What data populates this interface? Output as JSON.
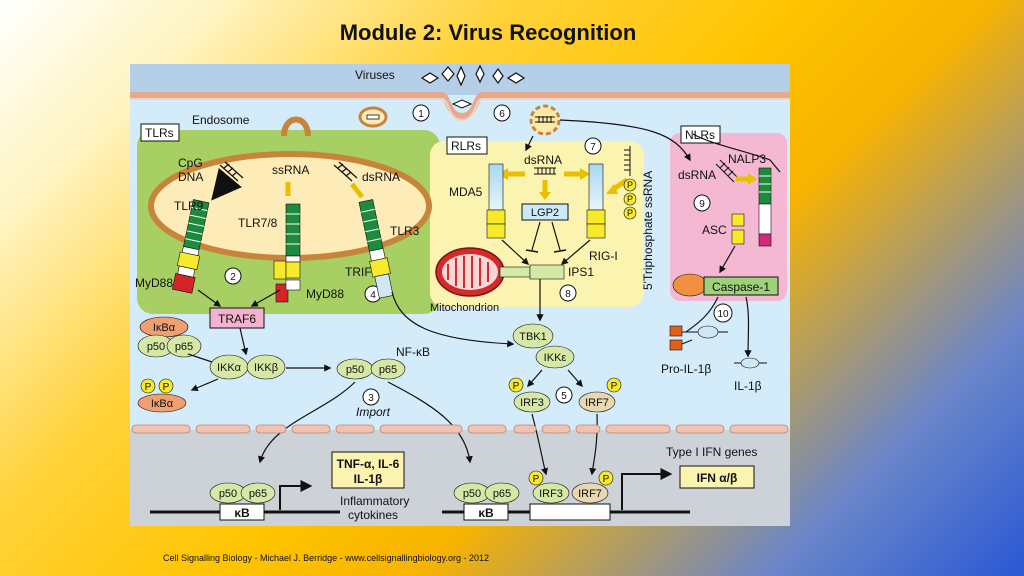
{
  "slide": {
    "title": "Module 2: Virus Recognition",
    "footer": "Cell Signalling Biology - Michael J. Berridge - www.cellsignallingbiology.org - 2012"
  },
  "diagram": {
    "viruses_label": "Viruses",
    "endosome_label": "Endosome",
    "mitochondrion_label": "Mitochondrion",
    "import_label": "Import",
    "nfkb_label": "NF-κB",
    "section_labels": {
      "tlrs": "TLRs",
      "rlrs": "RLRs",
      "nlrs": "NLRs"
    },
    "step_numbers": [
      "1",
      "2",
      "3",
      "4",
      "5",
      "6",
      "7",
      "8",
      "9",
      "10"
    ],
    "ligands": {
      "cpg_line1": "CpG",
      "cpg_line2": "DNA",
      "ssrna": "ssRNA",
      "dsrna_tlr3": "dsRNA",
      "dsrna_rlr": "dsRNA",
      "dsrna_nlr": "dsRNA",
      "triphosphate": "5'Triphosphate ssRNA"
    },
    "receptors": {
      "tlr9": "TLR9",
      "tlr78": "TLR7/8",
      "tlr3": "TLR3",
      "mda5": "MDA5",
      "lgp2": "LGP2",
      "rigi": "RIG-I",
      "nalp3": "NALP3",
      "asc": "ASC"
    },
    "adaptors": {
      "myd88_left": "MyD88",
      "myd88_right": "MyD88",
      "trif": "TRIF",
      "traf6": "TRAF6",
      "ips1": "IPS1",
      "caspase1": "Caspase-1"
    },
    "proteins": {
      "ikba": "IκBα",
      "p50": "p50",
      "p65": "p65",
      "ikka": "IKKα",
      "ikkb": "IKKβ",
      "tbk1": "TBK1",
      "ikke": "IKKε",
      "irf3": "IRF3",
      "irf7": "IRF7",
      "p": "P",
      "pro_il1b": "Pro-IL-1β",
      "il1b": "IL-1β"
    },
    "genes": {
      "kb": "κB",
      "cytokines_box_line1": "TNF-α, IL-6",
      "cytokines_box_line2": "IL-1β",
      "cytokines_label_line1": "Inflammatory",
      "cytokines_label_line2": "cytokines",
      "ifn_genes_label": "Type I IFN genes",
      "ifn_box": "IFN α/β"
    },
    "colors": {
      "cytoplasm": "#d4ebfa",
      "extracellular": "#b5cfe9",
      "nucleus": "#cdd2d8",
      "tlr_panel": "#a7cf63",
      "rlr_panel": "#fbf3b0",
      "nlr_panel": "#f4b8d3",
      "endosome_fill": "#fdebb8",
      "endosome_border": "#c7853c",
      "receptor_green": "#1d8a3c",
      "receptor_yellow": "#f6ea2a",
      "receptor_red": "#d4242a",
      "pale_green_protein": "#d6e8a6",
      "pink_adaptor": "#f3b2cf",
      "orange_ikba": "#f0a070",
      "membrane_pink": "#f2c2b0",
      "caspase_green": "#9fd07a"
    }
  }
}
